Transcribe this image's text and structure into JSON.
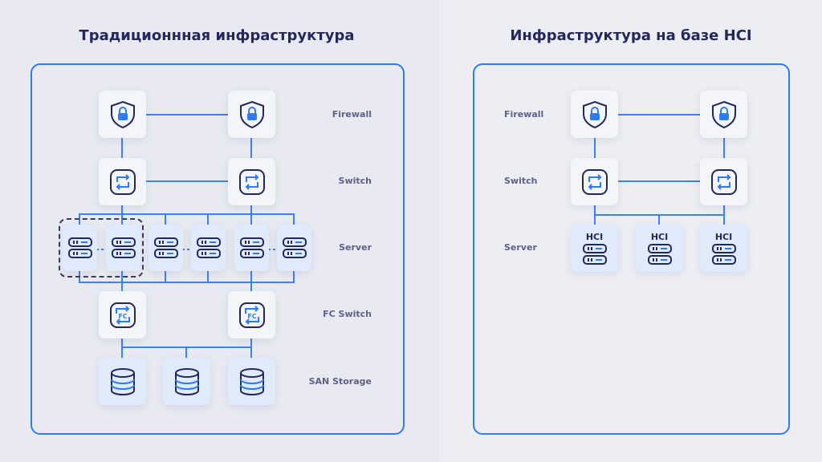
{
  "left": {
    "title": "Традиционнная инфраструктура",
    "labels": [
      "Firewall",
      "Switch",
      "Server",
      "FC Switch",
      "SAN Storage"
    ]
  },
  "right": {
    "title": "Инфраструктура на базе HCI",
    "labels": [
      "Firewall",
      "Switch",
      "Server"
    ],
    "hci_label": "HCI"
  },
  "icons": {
    "fc_text": "FC"
  },
  "colors": {
    "accent": "#2f7bf6",
    "navy": "#24275a"
  }
}
